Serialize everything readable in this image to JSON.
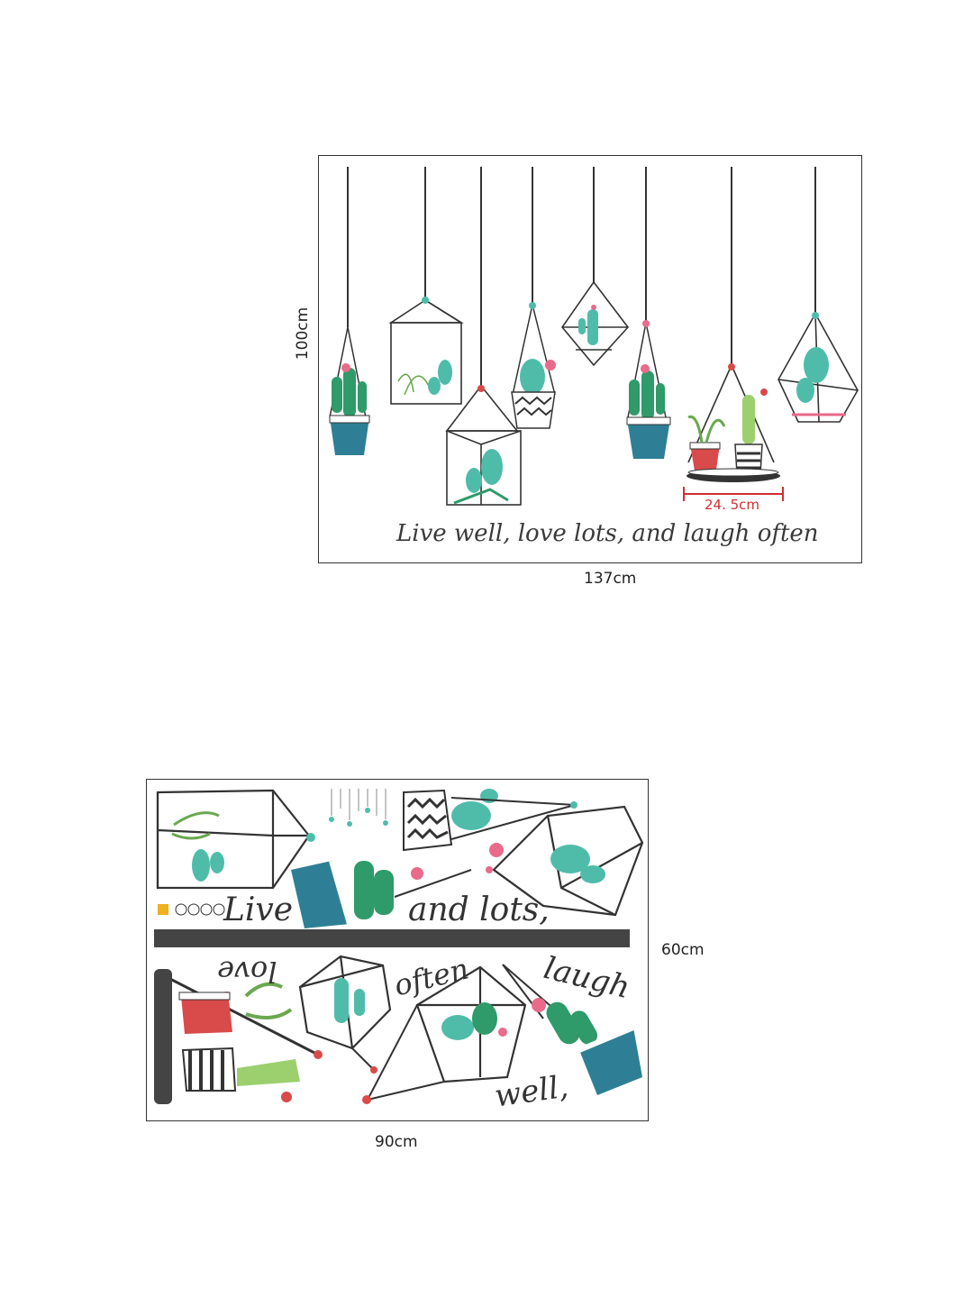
{
  "top_panel": {
    "height_label": "100cm",
    "width_label": "137cm",
    "pot_width_label": "24. 5cm",
    "quote": "Live well, love lots, and laugh often"
  },
  "bottom_panel": {
    "height_label": "60cm",
    "width_label": "90cm",
    "words": {
      "live": "Live",
      "and_lots": "and lots,",
      "love": "love",
      "often": "often",
      "laugh": "laugh",
      "well": "well,"
    }
  },
  "colors": {
    "frame": "#333333",
    "teal_pot": "#2e7f95",
    "cactus_green": "#2f9a6a",
    "cactus_teal": "#4fbcaa",
    "flower_pink": "#e96a8a",
    "red_pot": "#d94a4a",
    "dimension_red": "#d03030"
  }
}
